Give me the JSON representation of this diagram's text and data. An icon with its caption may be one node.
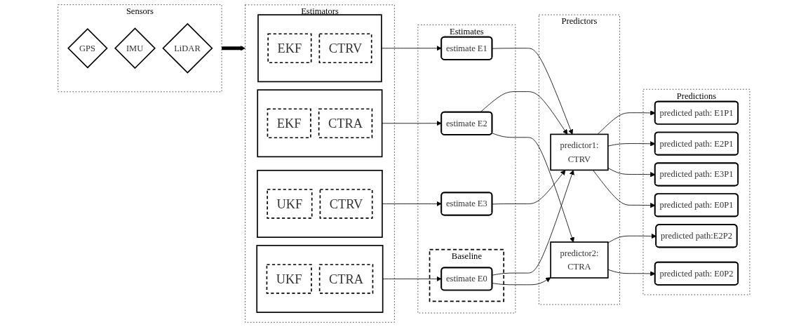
{
  "diagram": {
    "nodes": [
      {
        "text": [
          "Sensors"
        ]
      },
      {
        "text": [
          "GPS"
        ],
        "in": 0
      },
      {
        "text": [
          "IMU"
        ],
        "in": 0
      },
      {
        "text": [
          "LiDAR"
        ],
        "in": 0
      },
      {
        "text": [
          "Estimators"
        ]
      },
      {
        "text": [],
        "shape": "box",
        "in": 4
      },
      {
        "text": [
          "EKF"
        ],
        "in": 5
      },
      {
        "text": [
          "CTRV"
        ],
        "in": 5
      },
      {
        "text": [],
        "shape": "box",
        "in": 4
      },
      {
        "text": [
          "EKF"
        ],
        "in": 8
      },
      {
        "text": [
          "CTRA"
        ],
        "in": 8
      },
      {
        "text": [],
        "shape": "box",
        "in": 4
      },
      {
        "text": [
          "UKF"
        ],
        "in": 11
      },
      {
        "text": [
          "CTRV"
        ],
        "in": 11
      },
      {
        "text": [],
        "shape": "box",
        "in": 4
      },
      {
        "text": [
          "UKF"
        ],
        "in": 14
      },
      {
        "text": [
          "CTRA"
        ],
        "in": 14
      },
      {
        "text": [
          "Estimates"
        ]
      },
      {
        "text": [
          "estimate E1"
        ],
        "in": 17
      },
      {
        "text": [
          "estimate E2"
        ],
        "in": 17
      },
      {
        "text": [
          "estimate E3"
        ],
        "in": 17
      },
      {
        "text": [
          "Baseline"
        ],
        "in": 17
      },
      {
        "text": [
          "estimate E0"
        ],
        "in": 21
      },
      {
        "text": [
          "Predictors"
        ]
      },
      {
        "text": [
          "predictor1:",
          "CTRV"
        ],
        "in": 23
      },
      {
        "text": [
          "predictor2:",
          "CTRA"
        ],
        "in": 23
      },
      {
        "text": [
          "Predictions"
        ]
      },
      {
        "text": [
          "predicted path: E1P1"
        ],
        "in": 26
      },
      {
        "text": [
          "predicted path: E2P1"
        ],
        "in": 26
      },
      {
        "text": [
          "predicted path: E3P1"
        ],
        "in": 26
      },
      {
        "text": [
          "predicted path: E0P1"
        ],
        "in": 26
      },
      {
        "text": [
          "predicted path:E2P2"
        ],
        "in": 26
      },
      {
        "text": [
          "predicted path: E0P2"
        ],
        "in": 26
      }
    ],
    "edges": [
      {
        "from": 0,
        "to": 4,
        "arrow": "to",
        "style": "thick"
      },
      {
        "from": 5,
        "to": 18,
        "arrow": "to"
      },
      {
        "from": 8,
        "to": 19,
        "arrow": "to"
      },
      {
        "from": 11,
        "to": 20,
        "arrow": "to"
      },
      {
        "from": 14,
        "to": 22,
        "arrow": "to"
      },
      {
        "from": 18,
        "to": 24,
        "arrow": "to"
      },
      {
        "from": 19,
        "to": 24,
        "arrow": "to"
      },
      {
        "from": 19,
        "to": 25,
        "arrow": "to"
      },
      {
        "from": 20,
        "to": 24,
        "arrow": "to"
      },
      {
        "from": 22,
        "to": 24,
        "arrow": "to"
      },
      {
        "from": 22,
        "to": 25,
        "arrow": "to"
      },
      {
        "from": 24,
        "to": 27,
        "arrow": "to"
      },
      {
        "from": 24,
        "to": 28,
        "arrow": "to"
      },
      {
        "from": 24,
        "to": 29,
        "arrow": "to"
      },
      {
        "from": 24,
        "to": 30,
        "arrow": "to"
      },
      {
        "from": 25,
        "to": 31,
        "arrow": "to"
      },
      {
        "from": 25,
        "to": 32,
        "arrow": "to"
      }
    ]
  }
}
